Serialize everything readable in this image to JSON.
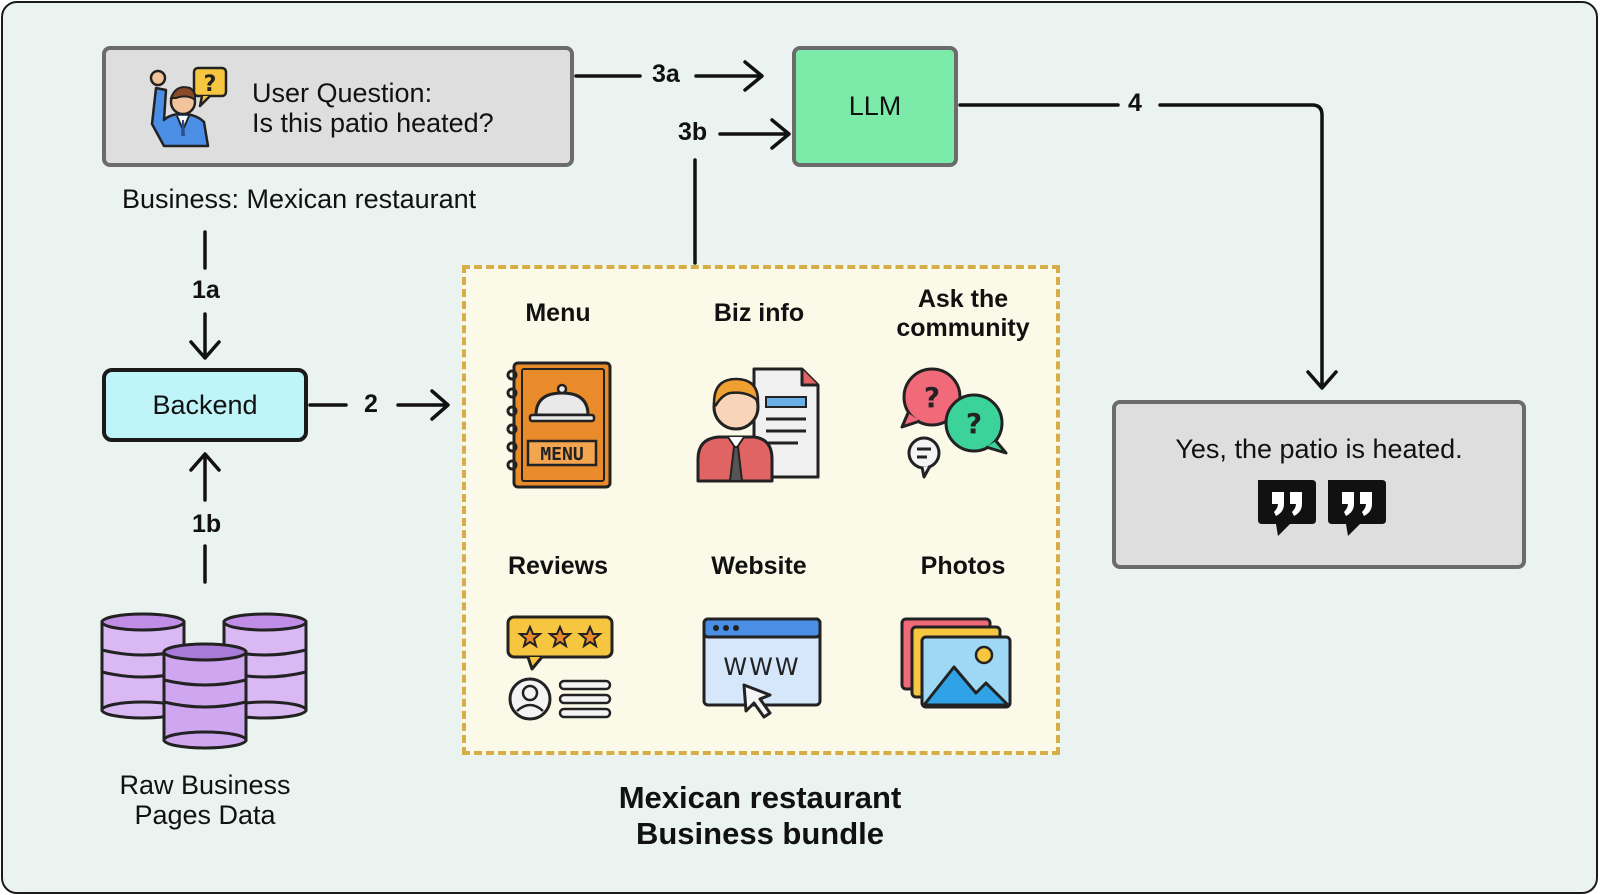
{
  "question": {
    "line1": "User Question:",
    "line2": "Is this patio heated?"
  },
  "llm_label": "LLM",
  "business_label": "Business:  Mexican restaurant",
  "backend_label": "Backend",
  "raw_data_label": "Raw Business\nPages Data",
  "answer_text": "Yes, the patio is heated.",
  "steps": {
    "s1a": "1a",
    "s1b": "1b",
    "s2": "2",
    "s3a": "3a",
    "s3b": "3b",
    "s4": "4"
  },
  "bundle": {
    "title": "Mexican restaurant\nBusiness bundle",
    "items": [
      {
        "label": "Menu",
        "icon": "menu-book-icon"
      },
      {
        "label": "Biz info",
        "icon": "biz-info-icon"
      },
      {
        "label": "Ask the\ncommunity",
        "icon": "chat-bubbles-icon"
      },
      {
        "label": "Reviews",
        "icon": "reviews-icon"
      },
      {
        "label": "Website",
        "icon": "website-icon"
      },
      {
        "label": "Photos",
        "icon": "photos-icon"
      }
    ],
    "menu_icon_text": "MENU",
    "website_icon_text": "WWW"
  },
  "colors": {
    "background": "#eaf3ef",
    "llm": "#7ceba9",
    "backend": "#bff4f8",
    "gray_box": "#dedede",
    "bundle_bg": "#fbfae9",
    "bundle_border": "#d6ad47",
    "database": "#d9b8f3"
  }
}
